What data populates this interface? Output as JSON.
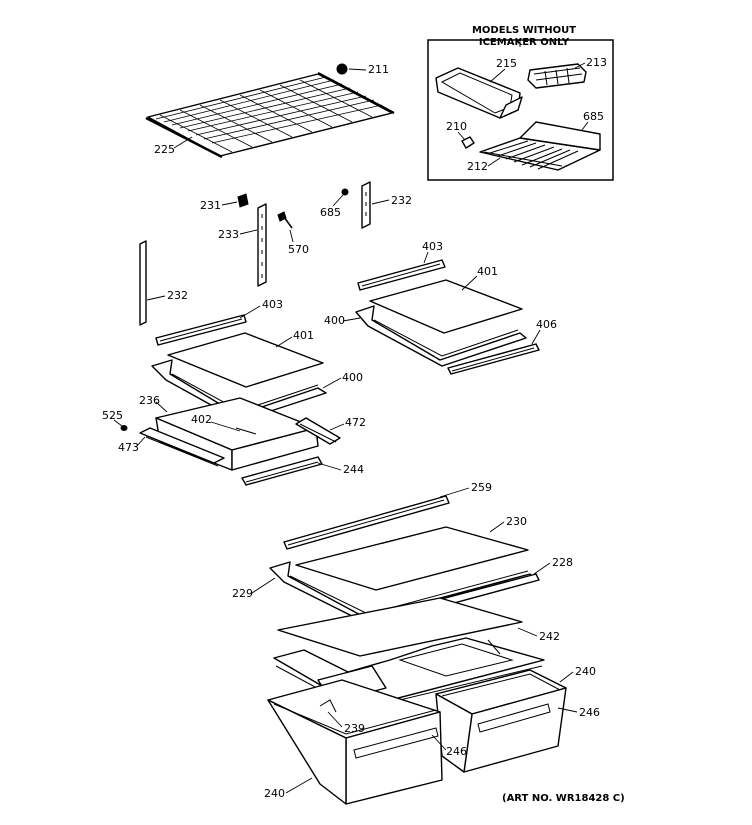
{
  "inset": {
    "title_line1": "MODELS WITHOUT",
    "title_line2": "ICEMAKER ONLY"
  },
  "callouts": {
    "c211": "211",
    "c225": "225",
    "c215": "215",
    "c213": "213",
    "c210": "210",
    "c685_inset": "685",
    "c212": "212",
    "c231": "231",
    "c233": "233",
    "c570": "570",
    "c685": "685",
    "c232_right": "232",
    "c232_left": "232",
    "c403_left": "403",
    "c401_left": "401",
    "c400_left": "400",
    "c236": "236",
    "c525": "525",
    "c402": "402",
    "c472": "472",
    "c473": "473",
    "c244": "244",
    "c403_right": "403",
    "c401_right": "401",
    "c400_right": "400",
    "c406": "406",
    "c259": "259",
    "c230": "230",
    "c228": "228",
    "c229": "229",
    "c242": "242",
    "c240_right": "240",
    "c246_right": "246",
    "c239": "239",
    "c246_left": "246",
    "c240_left": "240"
  },
  "art_no": "(ART NO. WR18428 C)"
}
